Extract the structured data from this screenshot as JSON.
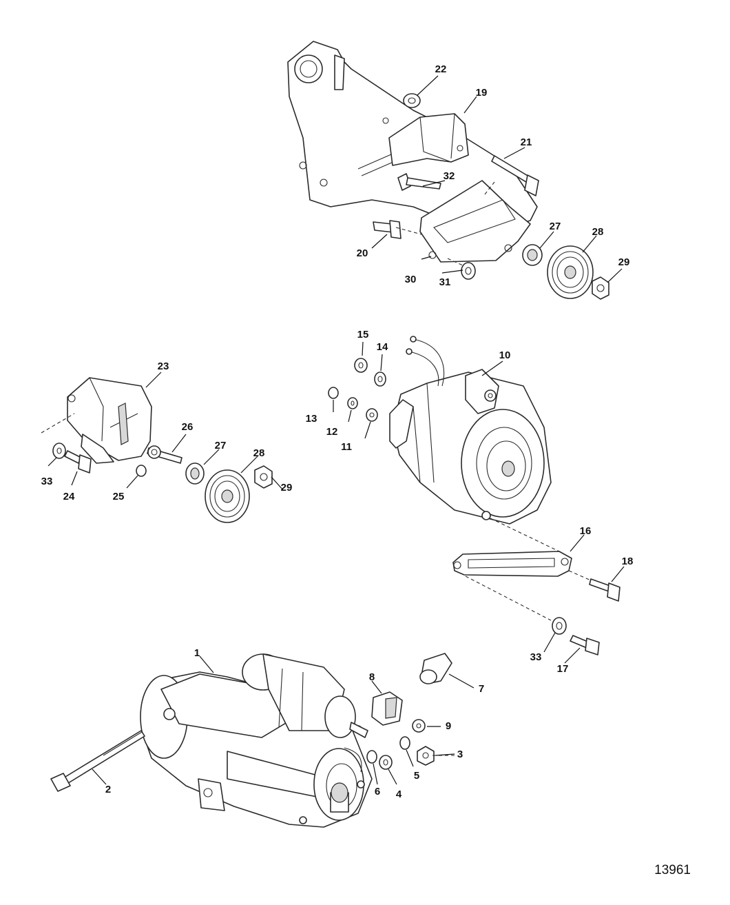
{
  "figure_number": "13961",
  "callouts": [
    "1",
    "2",
    "3",
    "4",
    "5",
    "6",
    "7",
    "8",
    "9",
    "10",
    "11",
    "12",
    "13",
    "14",
    "15",
    "16",
    "17",
    "18",
    "19",
    "20",
    "21",
    "22",
    "23",
    "24",
    "25",
    "26",
    "27",
    "28",
    "29",
    "30",
    "31",
    "32",
    "33"
  ]
}
